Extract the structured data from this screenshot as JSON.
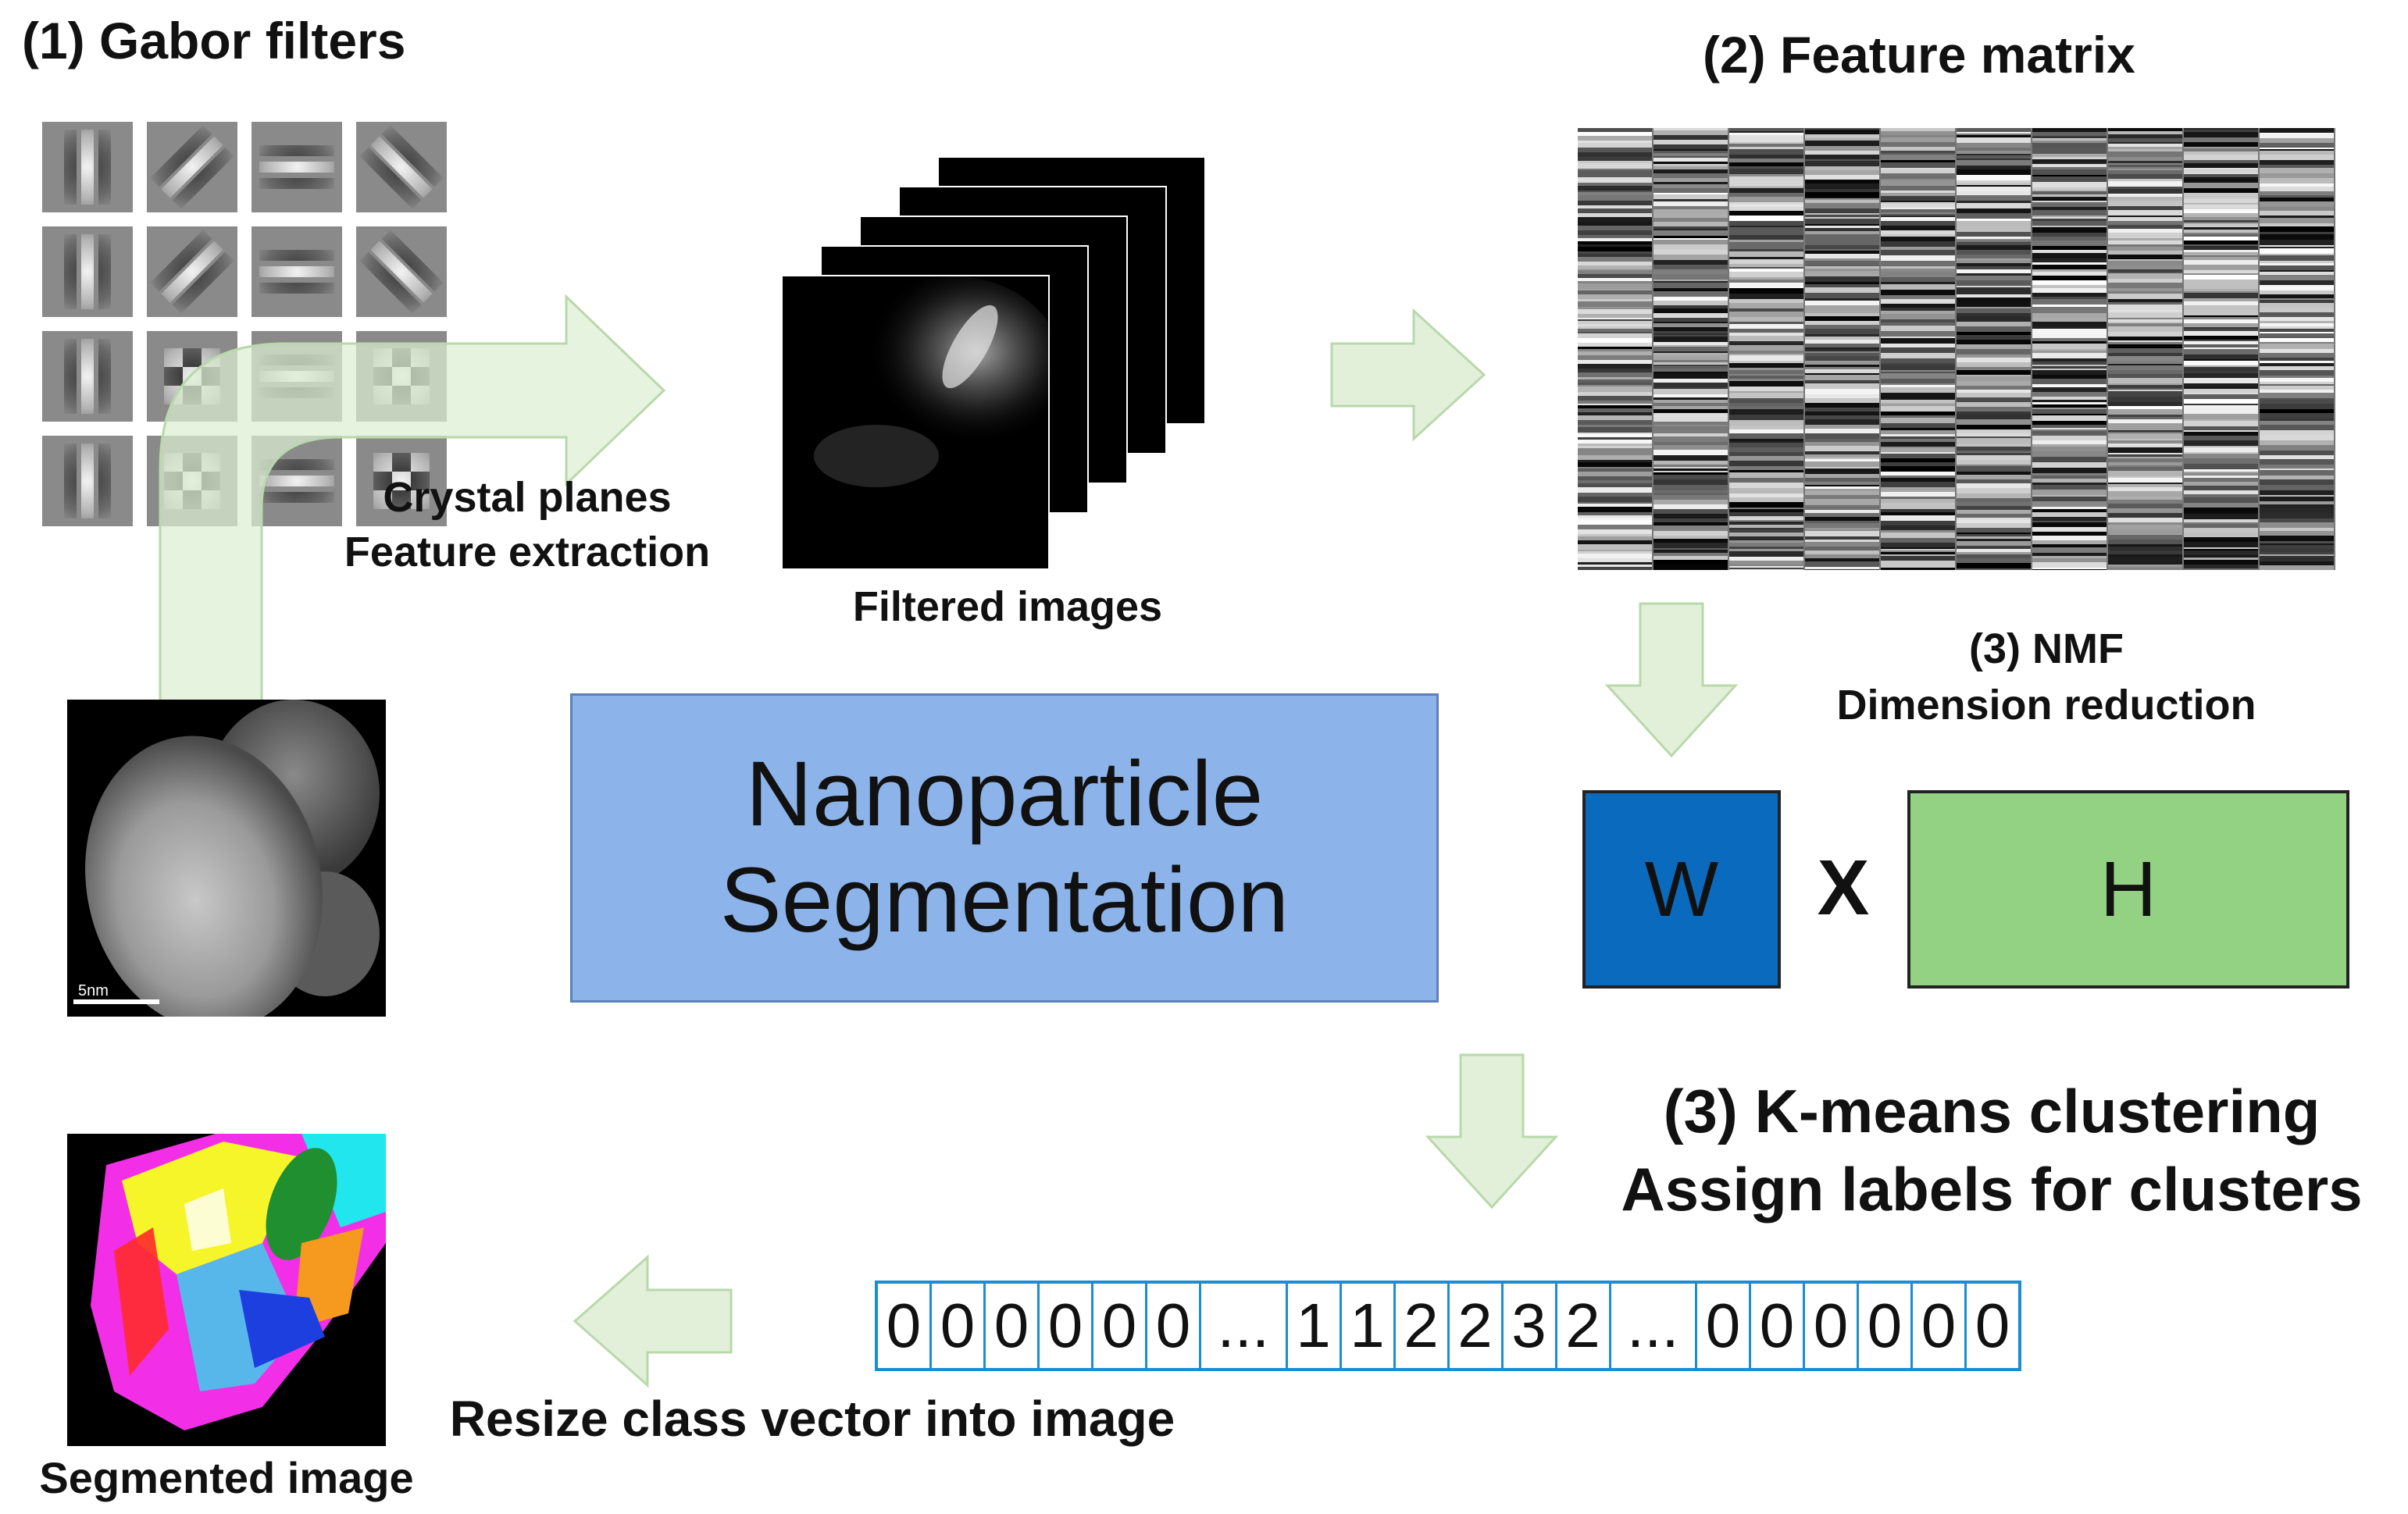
{
  "title_gabor": "(1) Gabor filters",
  "title_feature": "(2) Feature matrix",
  "label_crystal": "Crystal planes",
  "label_feature_extraction": "Feature extraction",
  "label_filtered": "Filtered images",
  "label_nmf_step": "(3) NMF",
  "label_dimension": "Dimension reduction",
  "center_line1": "Nanoparticle",
  "center_line2": "Segmentation",
  "matrix_w": "W",
  "matrix_x": "X",
  "matrix_h": "H",
  "label_kmeans": "(3) K-means clustering",
  "label_assign": "Assign labels for clusters",
  "label_resize": "Resize class vector into image",
  "label_segmented": "Segmented image",
  "scale_bar": "5nm",
  "class_vector": {
    "group1": [
      "0",
      "0",
      "0",
      "0",
      "0",
      "0"
    ],
    "ellipsis": "...",
    "group2": [
      "1",
      "1",
      "2",
      "2",
      "3",
      "2"
    ],
    "group3": [
      "0",
      "0",
      "0",
      "0",
      "0",
      "0"
    ]
  },
  "colors": {
    "arrow_fill": "#e2f0da",
    "arrow_stroke": "#b9d8ab",
    "center_box": "#8db4ea",
    "w_box": "#0a6bbe",
    "h_box": "#93d283",
    "vector_border": "#1a8fd0"
  }
}
